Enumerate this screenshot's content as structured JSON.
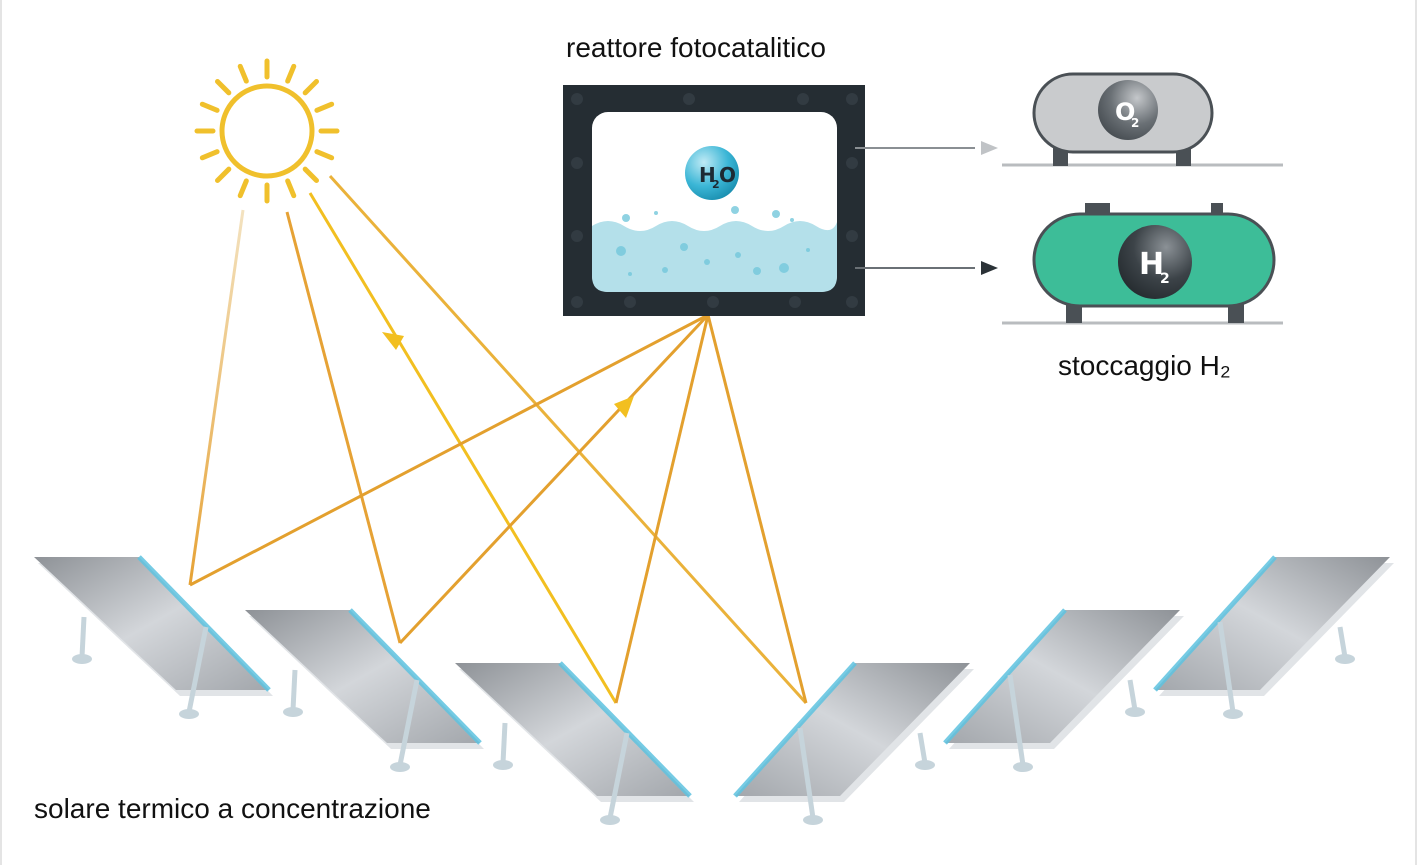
{
  "labels": {
    "reactor": "reattore fotocatalitico",
    "storage": "stoccaggio H₂",
    "solar_field": "solare termico a concentrazione"
  },
  "molecules": {
    "water": {
      "main": "H",
      "sub": "2",
      "tail": "O"
    },
    "oxygen": {
      "main": "O",
      "sub": "2"
    },
    "hydrogen": {
      "main": "H",
      "sub": "2"
    }
  },
  "colors": {
    "sun": "#f2c230",
    "ray_light": "#f5c518",
    "ray_dark": "#e0a030",
    "reactor_frame": "#252d33",
    "water": "#b4e0ea",
    "water_molecule": "#2aaed0",
    "oxygen_tank": "#c8cacc",
    "hydrogen_tank": "#3dbd98",
    "tank_outline": "#4a5055",
    "mirror_glass": "#5fc3e0",
    "mirror_body": "#b8bcc1"
  },
  "mirrors": {
    "count": 6
  }
}
